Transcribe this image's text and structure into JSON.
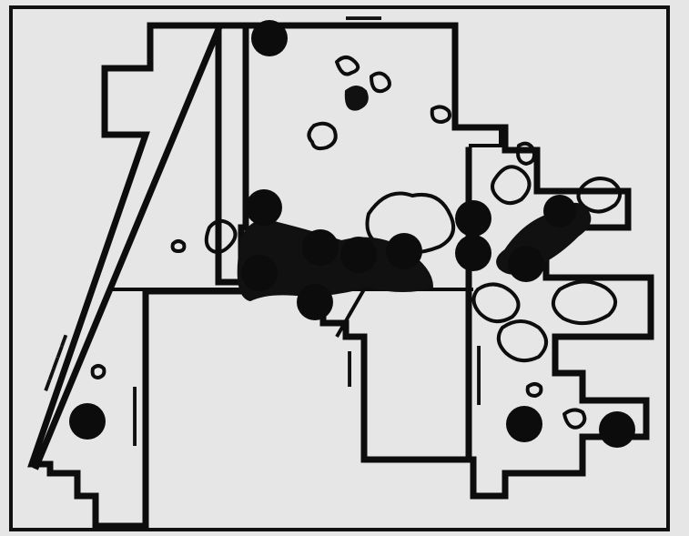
{
  "map": {
    "frame_color": "#111111",
    "background_color": "#e6e6e6",
    "boundary_color": "#0d0d0d",
    "cluster_color": "#0c0c0c",
    "street_labels": [
      {
        "id": "top",
        "text": "▬▬▬"
      },
      {
        "id": "diagonal",
        "text": "▬▬▬▬▬"
      },
      {
        "id": "left-vertical",
        "text": "▬▬▬▬▬"
      },
      {
        "id": "center-vertical",
        "text": "▬▬▬"
      },
      {
        "id": "right-vertical",
        "text": "▬▬▬▬▬"
      }
    ],
    "cluster_count": 17
  }
}
